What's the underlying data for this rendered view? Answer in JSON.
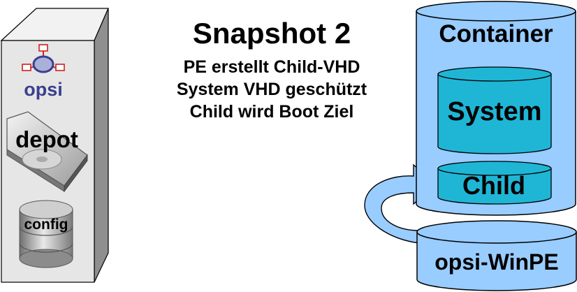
{
  "title": "Snapshot 2",
  "steps": [
    "PE erstellt Child-VHD",
    "System VHD geschützt",
    "Child wird Boot Ziel"
  ],
  "server": {
    "logo_text": "opsi",
    "depot_label": "depot",
    "config_label": "config"
  },
  "container": {
    "label": "Container",
    "system_label": "System",
    "child_label": "Child"
  },
  "winpe": {
    "label": "opsi-WinPE"
  },
  "colors": {
    "container_fill": "#99ccff",
    "inner_fill": "#1fb6d6",
    "server_fill": "#e6e6e6",
    "logo_blue": "#3a3f8f",
    "logo_red": "#cc2222"
  }
}
